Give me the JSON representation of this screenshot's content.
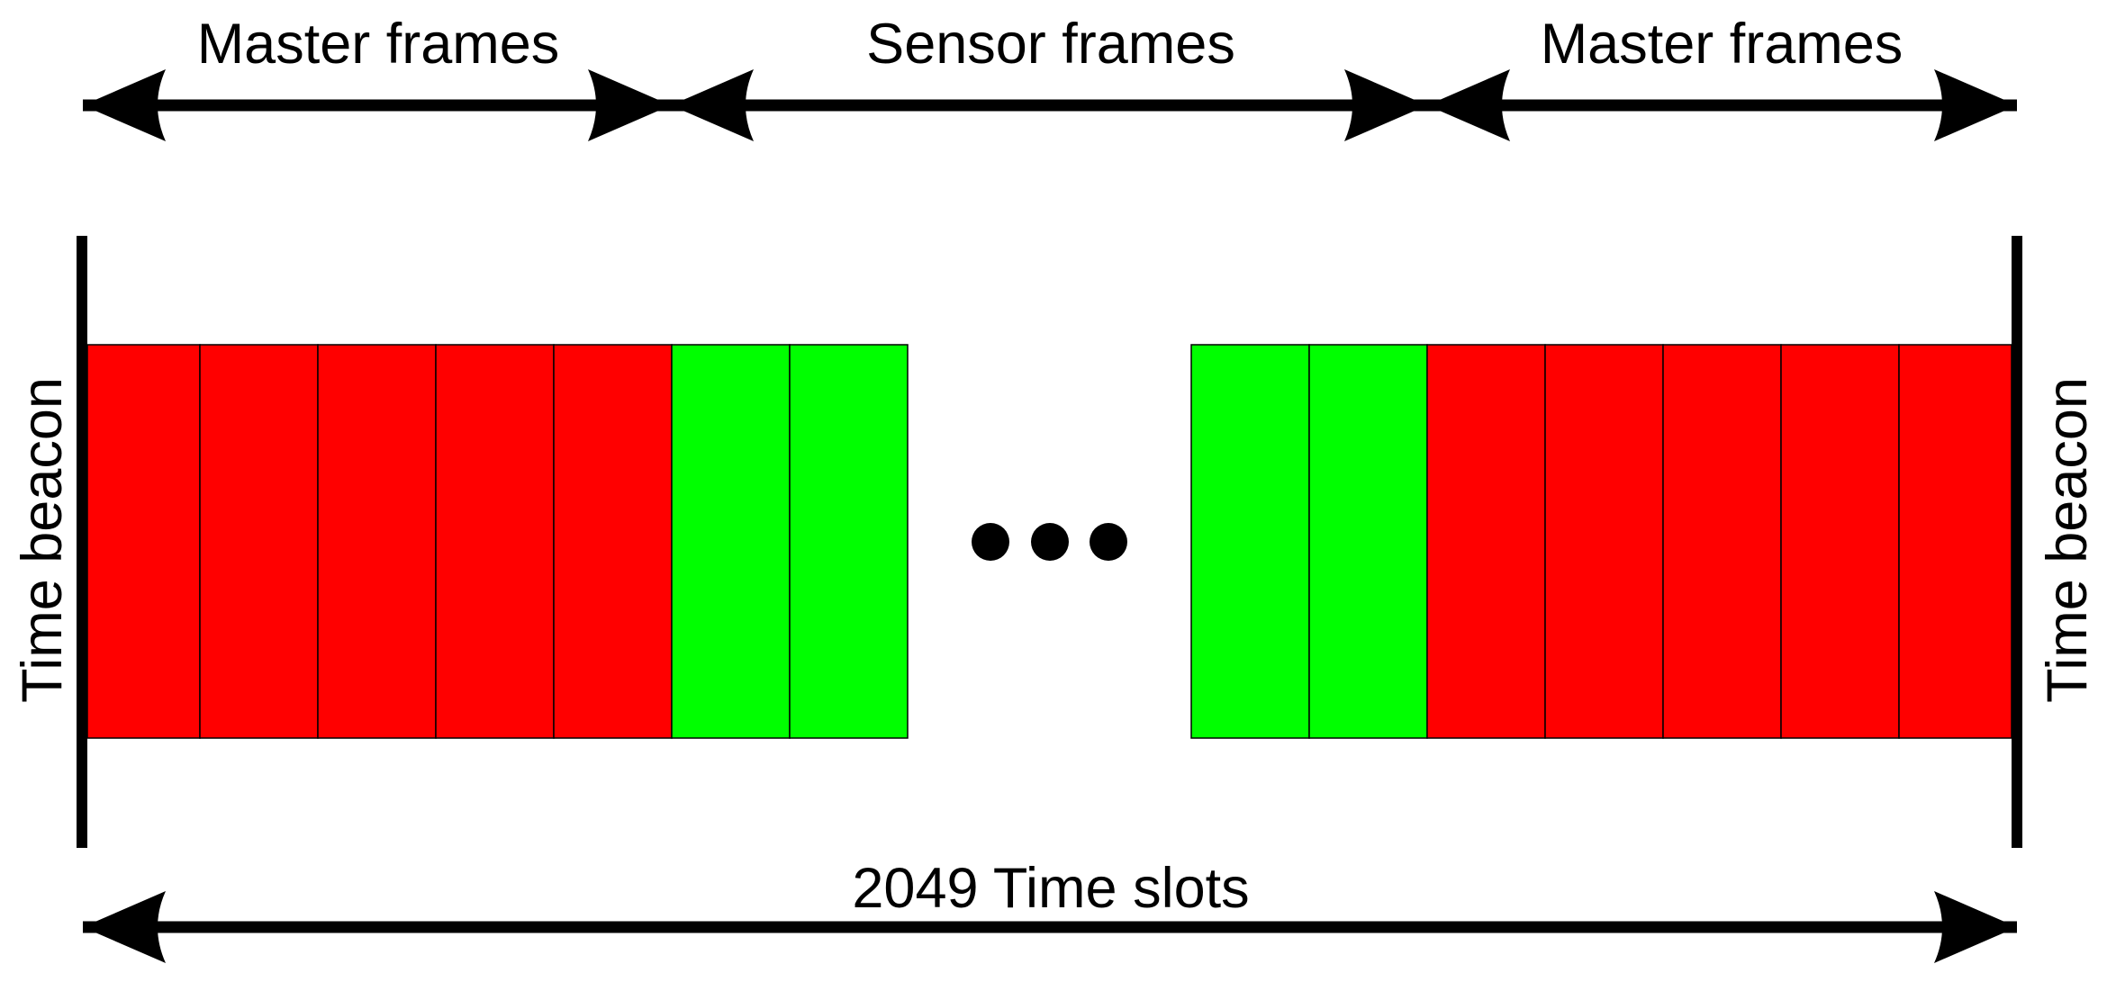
{
  "labels": {
    "top_left": "Master frames",
    "top_center": "Sensor frames",
    "top_right": "Master frames",
    "left_side": "Time beacon",
    "right_side": "Time beacon",
    "bottom": "2049 Time slots"
  },
  "colors": {
    "master_slot": "#ff0000",
    "sensor_slot": "#00ff00",
    "line": "#000000",
    "background": "#ffffff"
  },
  "slots": {
    "left_group": [
      "master",
      "master",
      "master",
      "master",
      "master",
      "sensor",
      "sensor"
    ],
    "right_group": [
      "sensor",
      "sensor",
      "master",
      "master",
      "master",
      "master",
      "master"
    ]
  },
  "ellipsis_dots": 3
}
